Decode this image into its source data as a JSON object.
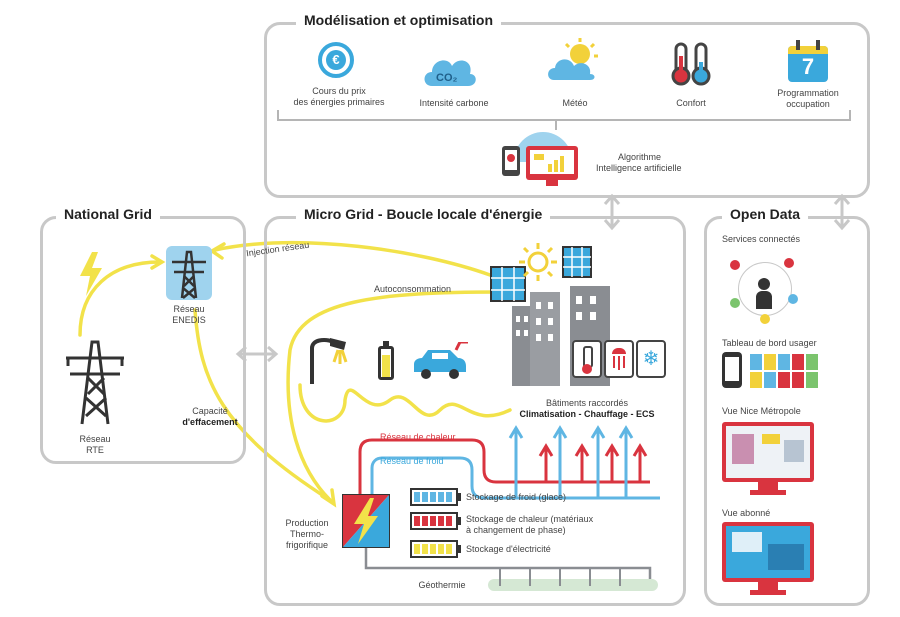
{
  "modelisation": {
    "title": "Modélisation et optimisation",
    "items": [
      {
        "line1": "Cours du prix",
        "line2": "des énergies primaires"
      },
      {
        "line1": "Intensité carbone",
        "line2": ""
      },
      {
        "line1": "Météo",
        "line2": ""
      },
      {
        "line1": "Confort",
        "line2": ""
      },
      {
        "line1": "Programmation",
        "line2": "occupation"
      }
    ],
    "co2_text": "CO₂",
    "calendar_day": "7",
    "euro_symbol": "€",
    "algo_line1": "Algorithme",
    "algo_line2": "Intelligence artificielle"
  },
  "national_grid": {
    "title": "National Grid",
    "enedis_line1": "Réseau",
    "enedis_line2": "ENEDIS",
    "rte_line1": "Réseau",
    "rte_line2": "RTE",
    "capacite_line1": "Capacité",
    "capacite_line2": "d'effacement"
  },
  "micro_grid": {
    "title": "Micro Grid - Boucle locale d'énergie",
    "injection": "Injection réseau",
    "autoconsommation": "Autoconsommation",
    "batiments": "Bâtiments raccordés",
    "usages": "Climatisation - Chauffage - ECS",
    "reseau_chaleur": "Réseau de chaleur",
    "reseau_froid": "Réseau de froid",
    "production_line1": "Production",
    "production_line2": "Thermo-",
    "production_line3": "frigorifique",
    "stockage_froid": "Stockage de froid (glace)",
    "stockage_chaleur_line1": "Stockage de chaleur (matériaux",
    "stockage_chaleur_line2": "à changement de phase)",
    "stockage_elec": "Stockage d'électricité",
    "geothermie": "Géothermie"
  },
  "open_data": {
    "title": "Open Data",
    "services": "Services connectés",
    "tableau": "Tableau de bord usager",
    "vue_nice": "Vue Nice Métropole",
    "vue_abonne": "Vue abonné"
  },
  "colors": {
    "panel_border": "#c8c8c8",
    "yellow": "#f2e24a",
    "red": "#d9343f",
    "blue": "#5fb6e3",
    "cyan": "#3aa8dc",
    "grey_building": "#8a8d92"
  },
  "icons": [
    "euro-icon",
    "co2-cloud-icon",
    "sun-cloud-icon",
    "thermometer-icon",
    "calendar-icon",
    "devices-icon",
    "lightning-icon",
    "pylon-icon",
    "streetlight-icon",
    "battery-icon",
    "car-icon",
    "solar-panel-icon",
    "sun-icon",
    "building-icon",
    "heat-pump-icon",
    "storage-battery-icon",
    "smartphone-icon",
    "monitor-icon"
  ]
}
